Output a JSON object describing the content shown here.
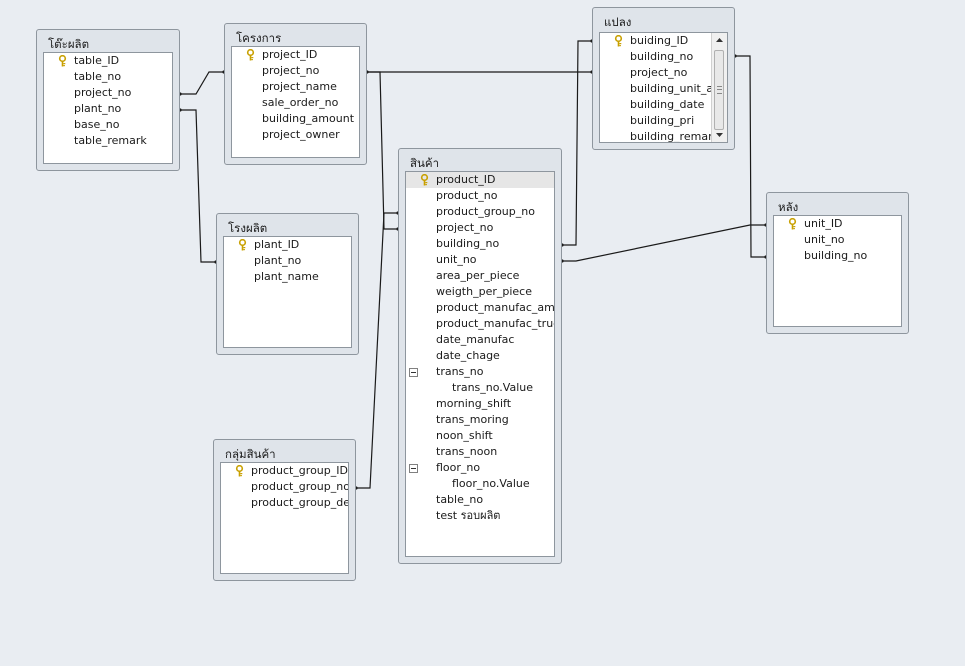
{
  "tables": {
    "table": {
      "title": "โต๊ะผลิต",
      "fields": [
        "table_ID",
        "table_no",
        "project_no",
        "plant_no",
        "base_no",
        "table_remark"
      ]
    },
    "project": {
      "title": "โครงการ",
      "fields": [
        "project_ID",
        "project_no",
        "project_name",
        "sale_order_no",
        "building_amount",
        "project_owner"
      ]
    },
    "building": {
      "title": "แปลง",
      "fields": [
        "buiding_ID",
        "building_no",
        "project_no",
        "building_unit_am",
        "building_date",
        "building_pri",
        "building_remark"
      ]
    },
    "unit": {
      "title": "หลัง",
      "fields": [
        "unit_ID",
        "unit_no",
        "building_no"
      ]
    },
    "plant": {
      "title": "โรงผลิต",
      "fields": [
        "plant_ID",
        "plant_no",
        "plant_name"
      ]
    },
    "product_group": {
      "title": "กลุ่มสินค้า",
      "fields": [
        "product_group_ID",
        "product_group_no",
        "product_group_desc"
      ]
    },
    "product": {
      "title": "สินค้า",
      "fields": [
        "product_ID",
        "product_no",
        "product_group_no",
        "project_no",
        "building_no",
        "unit_no",
        "area_per_piece",
        "weigth_per_piece",
        "product_manufac_amount",
        "product_manufac_true",
        "date_manufac",
        "date_chage",
        "trans_no",
        "trans_no.Value",
        "morning_shift",
        "trans_moring",
        "noon_shift",
        "trans_noon",
        "floor_no",
        "floor_no.Value",
        "table_no",
        "test รอบผลิต"
      ]
    }
  },
  "colors": {
    "canvas": "#e9edf2",
    "line": "#1a1a1a",
    "key": "#c8a000"
  }
}
